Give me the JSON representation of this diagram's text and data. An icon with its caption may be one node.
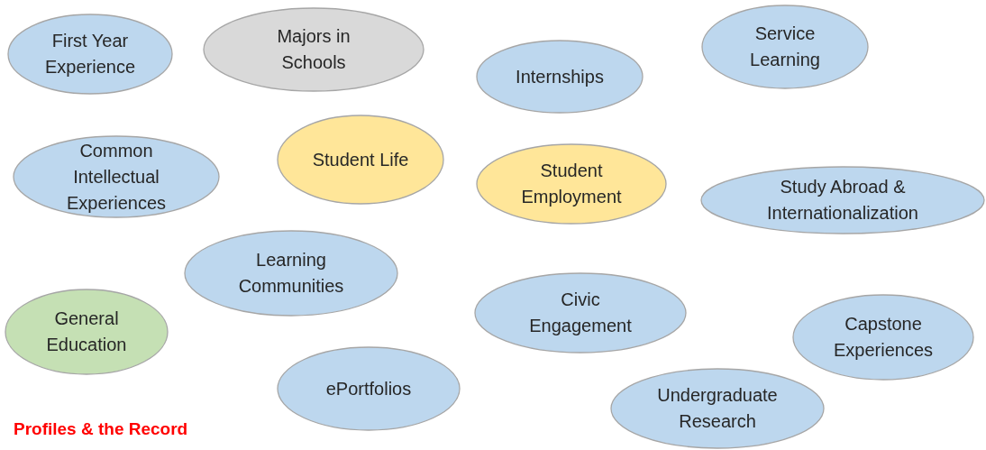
{
  "diagram": {
    "nodes": [
      {
        "text": [
          "First Year Experience"
        ]
      },
      {
        "text": [
          "Majors in Schools"
        ]
      },
      {
        "text": [
          "Internships"
        ]
      },
      {
        "text": [
          "Service Learning"
        ]
      },
      {
        "text": [
          "Common Intellectual Experiences"
        ]
      },
      {
        "text": [
          "Student Life"
        ]
      },
      {
        "text": [
          "Student Employment"
        ]
      },
      {
        "text": [
          "Study Abroad & Internationalization"
        ]
      },
      {
        "text": [
          "Learning Communities"
        ]
      },
      {
        "text": [
          "General Education"
        ]
      },
      {
        "text": [
          "Civic Engagement"
        ]
      },
      {
        "text": [
          "Capstone Experiences"
        ]
      },
      {
        "text": [
          "ePortfolios"
        ]
      },
      {
        "text": [
          "Undergraduate Research"
        ]
      }
    ],
    "edges": [],
    "labels": [
      "Profiles & the Record"
    ]
  }
}
